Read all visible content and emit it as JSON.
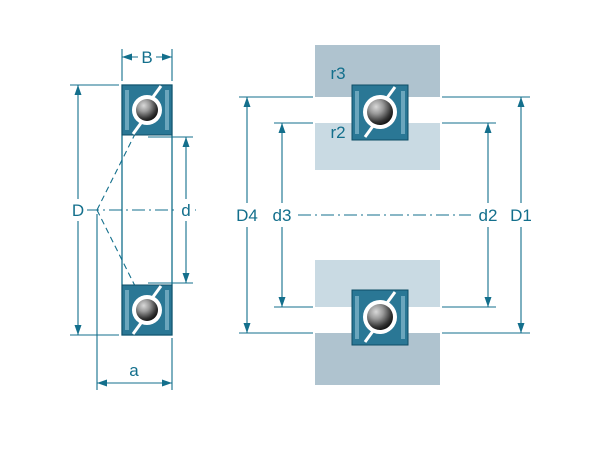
{
  "diagram": {
    "type": "bearing-cross-section-with-abutment-dimensions",
    "labels": {
      "B": "B",
      "D": "D",
      "d": "d",
      "a": "a",
      "r3": "r3",
      "r2": "r2",
      "D4": "D4",
      "d3": "d3",
      "d2": "d2",
      "D1": "D1"
    },
    "colors": {
      "accent_teal": "#136f8c",
      "housing_fill": "#afc3cf",
      "shaft_fill": "#c9dae3",
      "bearing_fill": "#2a7795",
      "bearing_outline": "#0d4e66",
      "ball_dark": "#111111",
      "background": "#ffffff"
    }
  }
}
